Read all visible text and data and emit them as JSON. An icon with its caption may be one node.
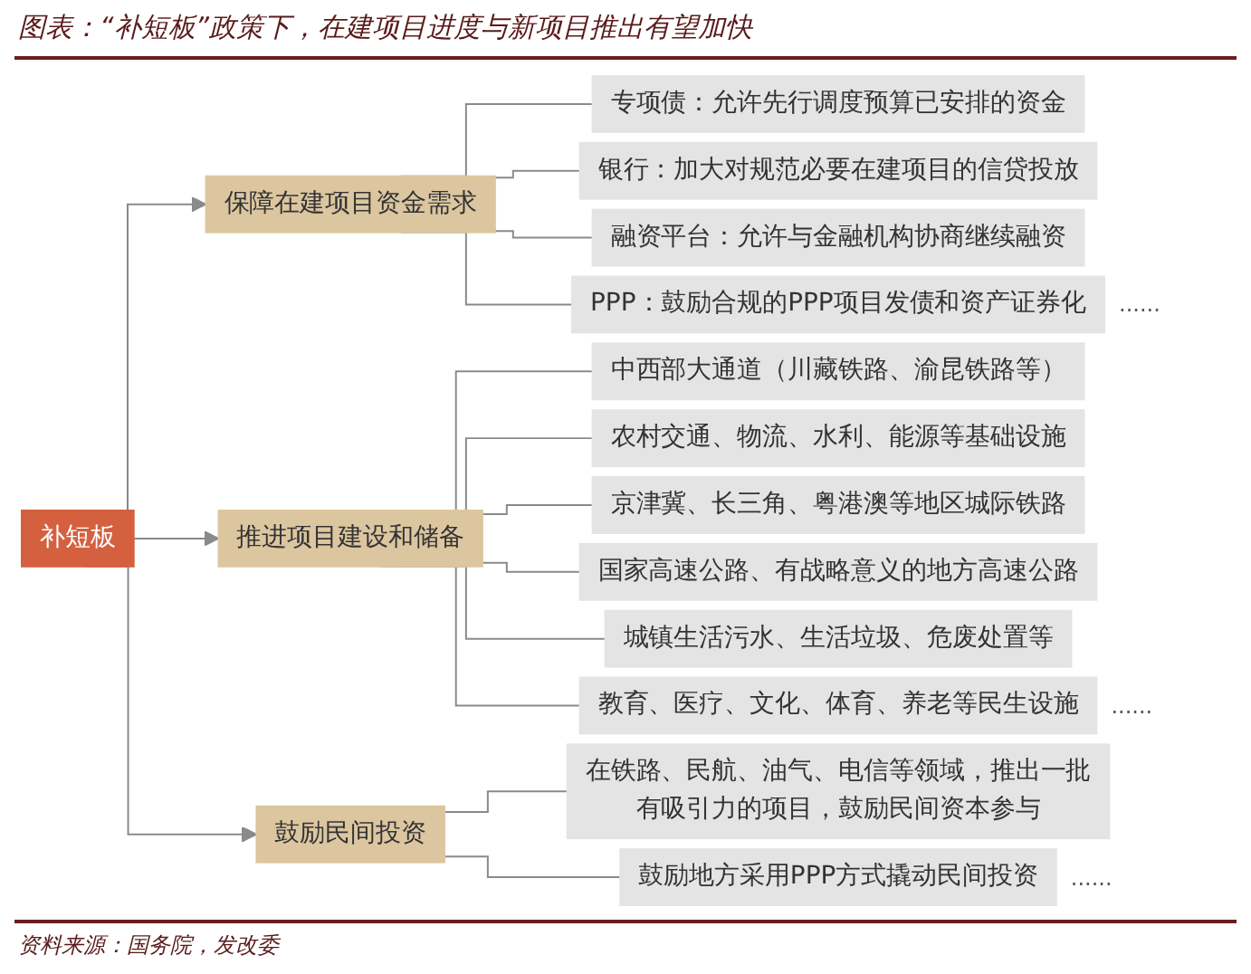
{
  "diagram": {
    "title": "图表：“补短板”政策下，在建项目进度与新项目推出有望加快",
    "caption": "资料来源：国务院，发改委",
    "nodes": [
      {
        "text": [
          "补短板"
        ]
      },
      {
        "text": [
          "保障在建项目资金需求"
        ]
      },
      {
        "text": [
          "专项债：允许先行调度预算已安排的资金"
        ]
      },
      {
        "text": [
          "银行：加大对规范必要在建项目的信贷投放"
        ]
      },
      {
        "text": [
          "融资平台：允许与金融机构协商继续融资"
        ]
      },
      {
        "text": [
          "PPP：鼓励合规的PPP项目发债和资产证券化"
        ]
      },
      {
        "text": [
          "推进项目建设和储备"
        ]
      },
      {
        "text": [
          "中西部大通道（川藏铁路、渝昆铁路等）"
        ]
      },
      {
        "text": [
          "农村交通、物流、水利、能源等基础设施"
        ]
      },
      {
        "text": [
          "京津冀、长三角、粤港澳等地区城际铁路"
        ]
      },
      {
        "text": [
          "国家高速公路、有战略意义的地方高速公路"
        ]
      },
      {
        "text": [
          "城镇生活污水、生活垃圾、危废处置等"
        ]
      },
      {
        "text": [
          "教育、医疗、文化、体育、养老等民生设施"
        ]
      },
      {
        "text": [
          "鼓励民间投资"
        ]
      },
      {
        "text": [
          "在铁路、民航、油气、电信等领域，推出一批有吸引力的项目，鼓励民间资本参与"
        ]
      },
      {
        "text": [
          "鼓励地方采用PPP方式撬动民间投资"
        ]
      }
    ],
    "edges": [
      {
        "from": 0,
        "to": 1,
        "arrow": "to"
      },
      {
        "from": 1,
        "to": 2,
        "arrow": "none"
      },
      {
        "from": 1,
        "to": 3,
        "arrow": "none"
      },
      {
        "from": 1,
        "to": 4,
        "arrow": "none"
      },
      {
        "from": 1,
        "to": 5,
        "arrow": "none"
      },
      {
        "from": 0,
        "to": 6,
        "arrow": "to"
      },
      {
        "from": 6,
        "to": 7,
        "arrow": "none"
      },
      {
        "from": 6,
        "to": 8,
        "arrow": "none"
      },
      {
        "from": 6,
        "to": 9,
        "arrow": "none"
      },
      {
        "from": 6,
        "to": 10,
        "arrow": "none"
      },
      {
        "from": 6,
        "to": 11,
        "arrow": "none"
      },
      {
        "from": 6,
        "to": 12,
        "arrow": "none"
      },
      {
        "from": 0,
        "to": 13,
        "arrow": "to"
      },
      {
        "from": 13,
        "to": 14,
        "arrow": "none"
      },
      {
        "from": 13,
        "to": 15,
        "arrow": "none"
      }
    ],
    "labels": [
      "......",
      "......",
      "......"
    ]
  }
}
